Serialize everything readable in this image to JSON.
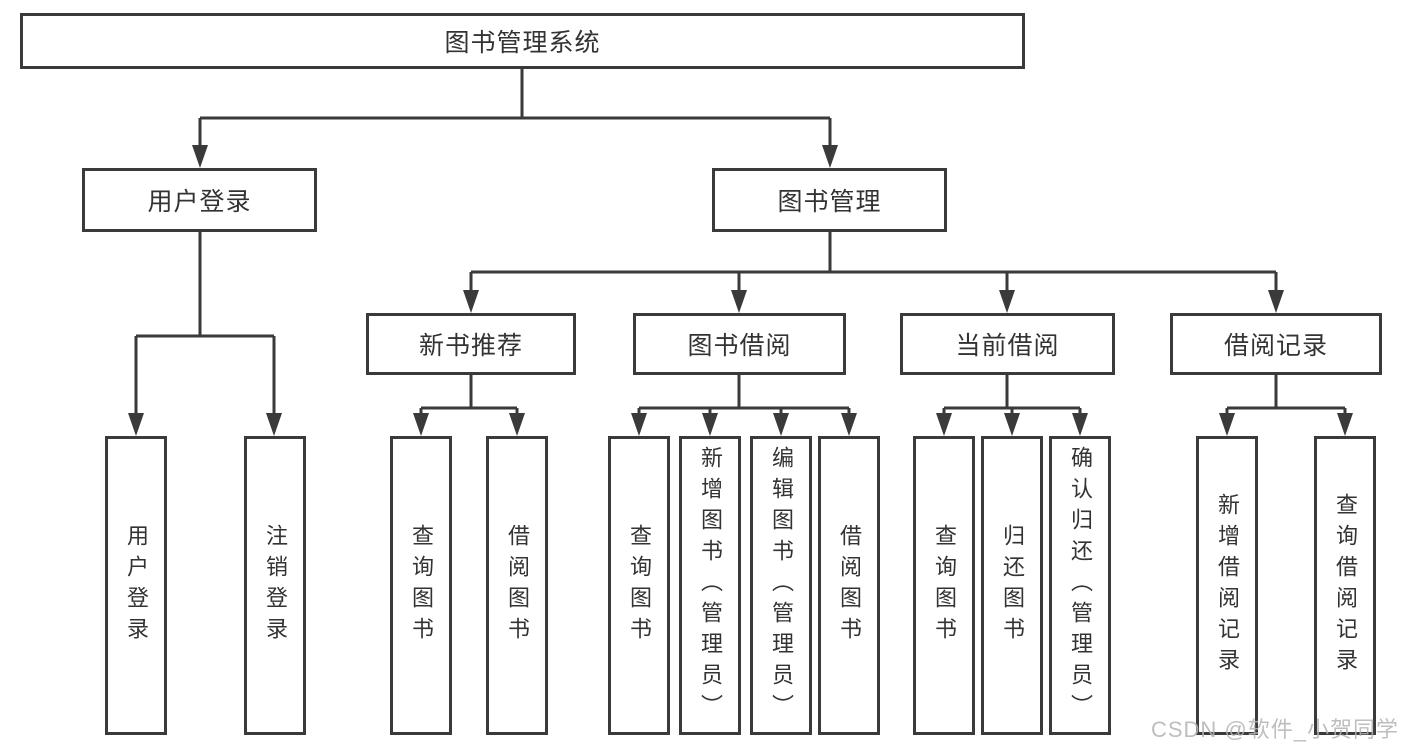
{
  "tree": {
    "root": {
      "label": "图书管理系统"
    },
    "branches": [
      {
        "label": "用户登录",
        "children": [
          {
            "label": "用户登录"
          },
          {
            "label": "注销登录"
          }
        ]
      },
      {
        "label": "图书管理",
        "children": [
          {
            "label": "新书推荐",
            "children": [
              {
                "label": "查询图书"
              },
              {
                "label": "借阅图书"
              }
            ]
          },
          {
            "label": "图书借阅",
            "children": [
              {
                "label": "查询图书"
              },
              {
                "label": "新增图书（管理员）"
              },
              {
                "label": "编辑图书（管理员）"
              },
              {
                "label": "借阅图书"
              }
            ]
          },
          {
            "label": "当前借阅",
            "children": [
              {
                "label": "查询图书"
              },
              {
                "label": "归还图书"
              },
              {
                "label": "确认归还（管理员）"
              }
            ]
          },
          {
            "label": "借阅记录",
            "children": [
              {
                "label": "新增借阅记录"
              },
              {
                "label": "查询借阅记录"
              }
            ]
          }
        ]
      }
    ]
  },
  "page": {
    "watermark": "CSDN @软件_小贺同学"
  },
  "colors": {
    "line": "#3a3a3a",
    "box_border": "#3a3a3a",
    "text": "#333333",
    "watermark": "#b3b3b3",
    "background": "#ffffff"
  }
}
